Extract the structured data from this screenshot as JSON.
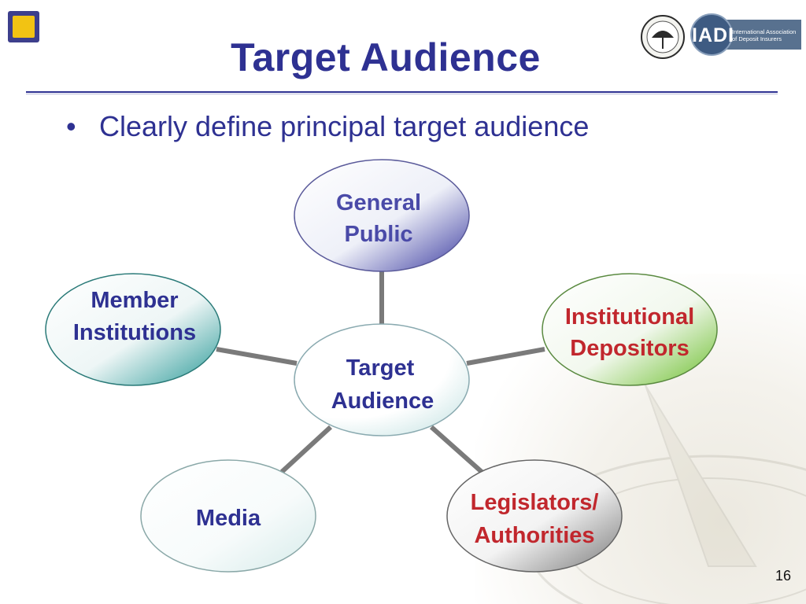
{
  "slide": {
    "title": "Target Audience",
    "bullet": "Clearly define principal target audience",
    "page_number": "16"
  },
  "logos": {
    "left_logo": "organisation-emblem",
    "seal": "deposit-insurance-seal",
    "iadi_mark": "IADI",
    "iadi_name_line1": "International Association",
    "iadi_name_line2": "of Deposit Insurers"
  },
  "diagram": {
    "center": {
      "line1": "Target",
      "line2": "Audience"
    },
    "nodes": [
      {
        "id": "general-public",
        "line1": "General",
        "line2": "Public",
        "text_color": "#4a4aa8",
        "accent": "#3a3aa0"
      },
      {
        "id": "institutional-depositors",
        "line1": "Institutional",
        "line2": "Depositors",
        "text_color": "#c1272d",
        "accent": "#6dbf2e"
      },
      {
        "id": "legislators-authorities",
        "line1": "Legislators/",
        "line2": "Authorities",
        "text_color": "#c1272d",
        "accent": "#8a8a8a"
      },
      {
        "id": "media",
        "line1": "Media",
        "line2": "",
        "text_color": "#2e3192",
        "accent": "#e8f3f3"
      },
      {
        "id": "member-institutions",
        "line1": "Member",
        "line2": "Institutions",
        "text_color": "#2e3192",
        "accent": "#2a9a98"
      }
    ]
  },
  "colors": {
    "title": "#2e3192",
    "connector": "#7a7a7a"
  }
}
